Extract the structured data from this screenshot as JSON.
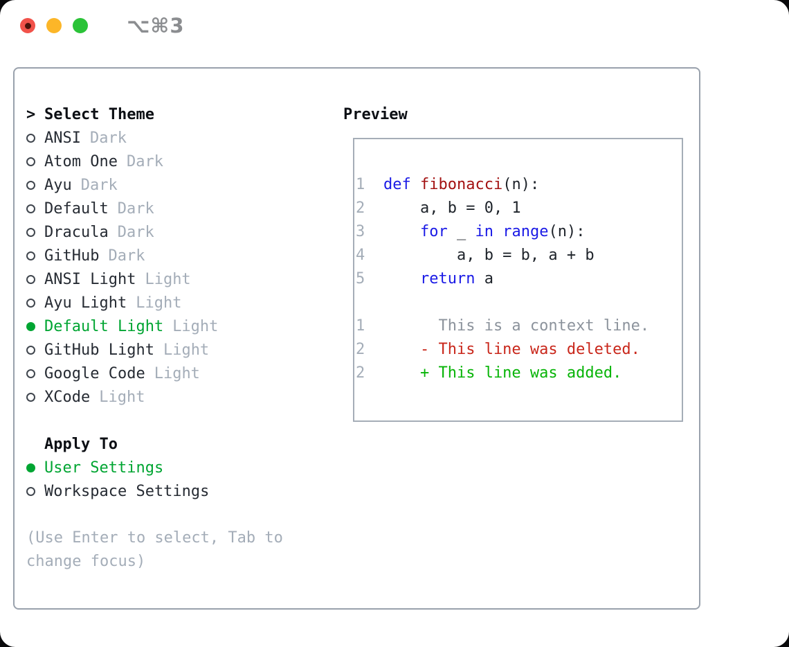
{
  "window": {
    "title": "⌥⌘3"
  },
  "colors": {
    "selection_green": "#00a532",
    "added_green": "#07b407",
    "deleted_red": "#c9271b",
    "keyword_blue": "#1a1ae6",
    "function_red": "#a31212",
    "muted_gray": "#a4adb8",
    "context_gray": "#8c939c",
    "traffic_red": "#f1524a",
    "traffic_yellow": "#fcb628",
    "traffic_green": "#2bc338"
  },
  "theme_panel": {
    "pointer": ">",
    "header": "Select Theme",
    "items": [
      {
        "name": "ANSI",
        "variant": "Dark",
        "selected": false
      },
      {
        "name": "Atom One",
        "variant": "Dark",
        "selected": false
      },
      {
        "name": "Ayu",
        "variant": "Dark",
        "selected": false
      },
      {
        "name": "Default",
        "variant": "Dark",
        "selected": false
      },
      {
        "name": "Dracula",
        "variant": "Dark",
        "selected": false
      },
      {
        "name": "GitHub",
        "variant": "Dark",
        "selected": false
      },
      {
        "name": "ANSI Light",
        "variant": "Light",
        "selected": false
      },
      {
        "name": "Ayu Light",
        "variant": "Light",
        "selected": false
      },
      {
        "name": "Default Light",
        "variant": "Light",
        "selected": true
      },
      {
        "name": "GitHub Light",
        "variant": "Light",
        "selected": false
      },
      {
        "name": "Google Code",
        "variant": "Light",
        "selected": false
      },
      {
        "name": "XCode",
        "variant": "Light",
        "selected": false
      }
    ]
  },
  "apply_to": {
    "header": "Apply To",
    "options": [
      {
        "label": "User Settings",
        "selected": true
      },
      {
        "label": "Workspace Settings",
        "selected": false
      }
    ]
  },
  "hint": "(Use Enter to select, Tab to change focus)",
  "preview": {
    "header": "Preview",
    "lines": [
      {
        "num": "1",
        "tokens": [
          {
            "t": "def",
            "c": "kw"
          },
          {
            "t": " ",
            "c": "pl"
          },
          {
            "t": "fibonacci",
            "c": "fn"
          },
          {
            "t": "(n):",
            "c": "pl"
          }
        ]
      },
      {
        "num": "2",
        "tokens": [
          {
            "t": "    a, b = 0, 1",
            "c": "pl"
          }
        ]
      },
      {
        "num": "3",
        "tokens": [
          {
            "t": "    ",
            "c": "pl"
          },
          {
            "t": "for",
            "c": "kw"
          },
          {
            "t": " _ ",
            "c": "pl"
          },
          {
            "t": "in",
            "c": "kw"
          },
          {
            "t": " ",
            "c": "pl"
          },
          {
            "t": "range",
            "c": "kw"
          },
          {
            "t": "(n):",
            "c": "pl"
          }
        ]
      },
      {
        "num": "4",
        "tokens": [
          {
            "t": "        a, b = b, a + b",
            "c": "pl"
          }
        ]
      },
      {
        "num": "5",
        "tokens": [
          {
            "t": "    ",
            "c": "pl"
          },
          {
            "t": "return",
            "c": "kw"
          },
          {
            "t": " a",
            "c": "pl"
          }
        ]
      },
      {
        "num": "",
        "tokens": []
      },
      {
        "num": "1",
        "tokens": [
          {
            "t": "      This is a context line.",
            "c": "ctx"
          }
        ]
      },
      {
        "num": "2",
        "tokens": [
          {
            "t": "    - This line was deleted.",
            "c": "del"
          }
        ]
      },
      {
        "num": "2",
        "tokens": [
          {
            "t": "    + This line was added.",
            "c": "add"
          }
        ]
      }
    ]
  }
}
